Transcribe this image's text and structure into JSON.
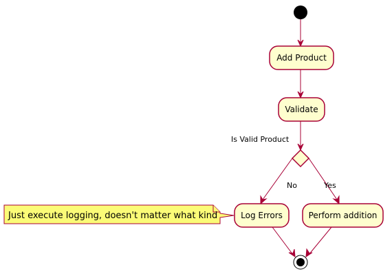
{
  "diagram": {
    "colors": {
      "node_fill": "#FEFECE",
      "node_border": "#A80036",
      "edge": "#A80036",
      "note_fill": "#FBFB77",
      "terminal": "#000000"
    },
    "nodes": {
      "add_product": "Add Product",
      "validate": "Validate",
      "log_errors": "Log Errors",
      "perform_addition": "Perform addition"
    },
    "decision": {
      "label": "Is Valid Product",
      "no_label": "No",
      "yes_label": "Yes"
    },
    "note": {
      "text": "Just execute logging, doesn't matter what kind"
    }
  }
}
